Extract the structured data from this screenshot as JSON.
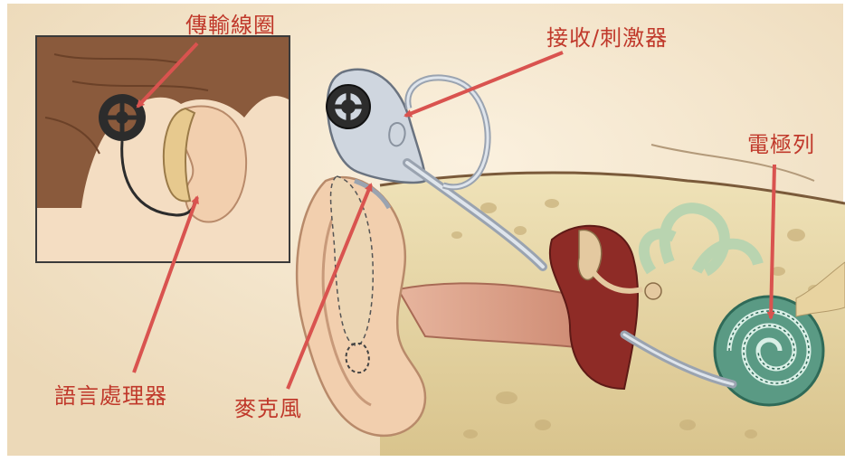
{
  "labels": {
    "transmitter_coil": "傳輸線圈",
    "receiver_stimulator": "接收/刺激器",
    "electrode_array": "電極列",
    "speech_processor": "語言處理器",
    "microphone": "麥克風"
  },
  "colors": {
    "label_text": "#c0392b",
    "pointer_arrow": "#d9534f",
    "background": "#f3e6cf",
    "skin": "#f2cfae",
    "hair": "#8a5a3c",
    "cochlea": "#5a9a84",
    "ossicle_tissue": "#8e2b26"
  }
}
